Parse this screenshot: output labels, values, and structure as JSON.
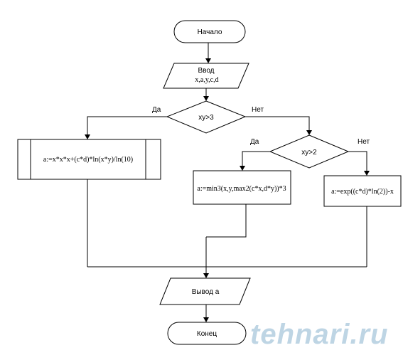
{
  "flowchart": {
    "start": "Начало",
    "input_title": "Ввод",
    "input_vars": "x,a,y,c,d",
    "cond1": "xy>3",
    "cond1_yes": "Да",
    "cond1_no": "Нет",
    "proc1": "a:=x*x*x+(c*d)*ln(x*y)/ln(10)",
    "cond2": "xy>2",
    "cond2_yes": "Да",
    "cond2_no": "Нет",
    "proc2": "a:=min3(x,y,max2(c*x,d*y))*3",
    "proc3": "a:=exp((c*d)*ln(2))-x",
    "output": "Вывод a",
    "end": "Конец"
  },
  "watermark": "tehnari.ru"
}
